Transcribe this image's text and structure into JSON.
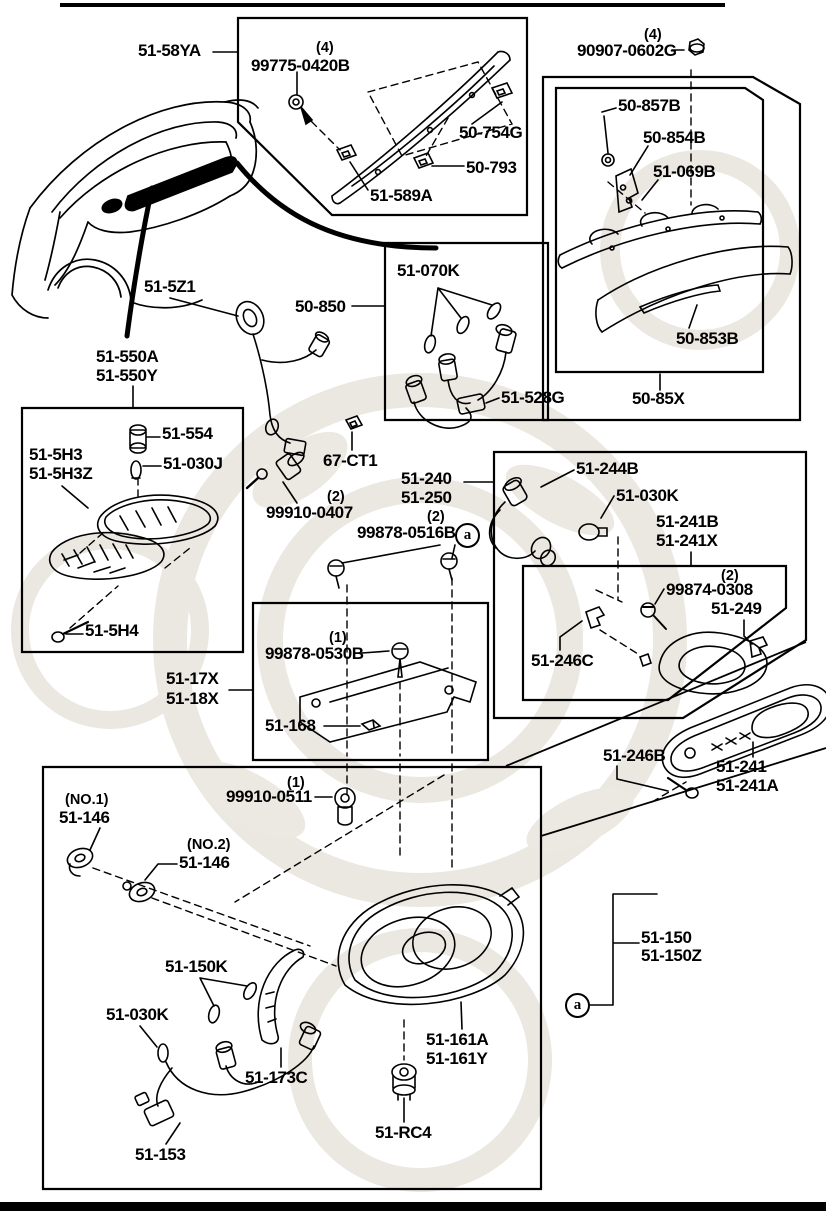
{
  "figure": {
    "type": "parts-exploded-diagram",
    "ink_color": "#000000",
    "background_color": "#ffffff",
    "watermark_color": "#eae6e0"
  },
  "callouts": {
    "a": "a"
  },
  "quantities": {
    "q99775": "(4)",
    "q90907": "(4)",
    "q99910_0407": "(2)",
    "q99878_0516B": "(2)",
    "q99874": "(2)",
    "q99878_0530B": "(1)",
    "q99910_0511": "(1)",
    "no1": "(NO.1)",
    "no2": "(NO.2)"
  },
  "parts": {
    "p51_58YA": {
      "text": "51-58YA"
    },
    "p99775": {
      "text": "99775-0420B"
    },
    "p50_754G": {
      "text": "50-754G"
    },
    "p50_793": {
      "text": "50-793"
    },
    "p51_589A": {
      "text": "51-589A"
    },
    "p90907": {
      "text": "90907-0602G"
    },
    "p50_857B": {
      "text": "50-857B"
    },
    "p50_854B": {
      "text": "50-854B"
    },
    "p51_069B": {
      "text": "51-069B"
    },
    "p50_853B": {
      "text": "50-853B"
    },
    "p50_85X": {
      "text": "50-85X"
    },
    "p50_850": {
      "text": "50-850"
    },
    "p51_070K": {
      "text": "51-070K"
    },
    "p51_528G": {
      "text": "51-528G"
    },
    "p51_5Z1": {
      "text": "51-5Z1"
    },
    "p51_550A": {
      "text": "51-550A"
    },
    "p51_550Y": {
      "text": "51-550Y"
    },
    "p51_554": {
      "text": "51-554"
    },
    "p51_030J": {
      "text": "51-030J"
    },
    "p51_5H3": {
      "text": "51-5H3"
    },
    "p51_5H3Z": {
      "text": "51-5H3Z"
    },
    "p51_5H4": {
      "text": "51-5H4"
    },
    "p67_CT1": {
      "text": "67-CT1"
    },
    "p99910_0407": {
      "text": "99910-0407"
    },
    "p51_240": {
      "text": "51-240"
    },
    "p51_250": {
      "text": "51-250"
    },
    "p99878_0516B": {
      "text": "99878-0516B"
    },
    "p51_244B": {
      "text": "51-244B"
    },
    "p51_030K_r": {
      "text": "51-030K"
    },
    "p51_241B": {
      "text": "51-241B"
    },
    "p51_241X": {
      "text": "51-241X"
    },
    "p99874_0308": {
      "text": "99874-0308"
    },
    "p51_249": {
      "text": "51-249"
    },
    "p51_246C": {
      "text": "51-246C"
    },
    "p51_246B": {
      "text": "51-246B"
    },
    "p51_241": {
      "text": "51-241"
    },
    "p51_241A": {
      "text": "51-241A"
    },
    "p51_17X": {
      "text": "51-17X"
    },
    "p51_18X": {
      "text": "51-18X"
    },
    "p99878_0530B": {
      "text": "99878-0530B"
    },
    "p51_168": {
      "text": "51-168"
    },
    "p99910_0511": {
      "text": "99910-0511"
    },
    "p51_146_1": {
      "text": "51-146"
    },
    "p51_146_2": {
      "text": "51-146"
    },
    "p51_150K": {
      "text": "51-150K"
    },
    "p51_030K_b": {
      "text": "51-030K"
    },
    "p51_173C": {
      "text": "51-173C"
    },
    "p51_153": {
      "text": "51-153"
    },
    "p51_161A": {
      "text": "51-161A"
    },
    "p51_161Y": {
      "text": "51-161Y"
    },
    "p51_RC4": {
      "text": "51-RC4"
    },
    "p51_150": {
      "text": "51-150"
    },
    "p51_150Z": {
      "text": "51-150Z"
    }
  }
}
